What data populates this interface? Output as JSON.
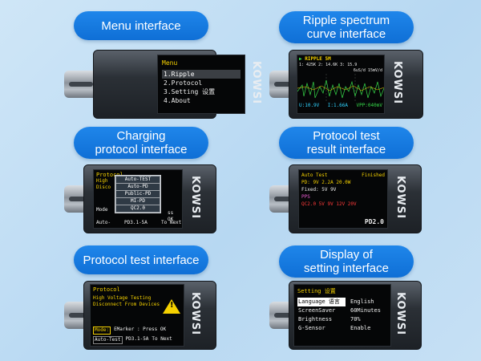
{
  "captions": {
    "menu": "Menu interface",
    "ripple": "Ripple spectrum\ncurve interface",
    "charging": "Charging\nprotocol interface",
    "result": "Protocol test\nresult interface",
    "protocol": "Protocol test interface",
    "setting": "Display of\nsetting interface"
  },
  "brand": "KOWSI",
  "menu_screen": {
    "title": "Menu",
    "items": [
      "1.Ripple",
      "2.Protocol",
      "3.Setting 设置",
      "4.About"
    ]
  },
  "ripple_screen": {
    "title": "RIPPLE 5M",
    "freq_line": "1: 425K 2: 14.6K 3: 15.9",
    "scale_line": "6uS/d 15mV/d",
    "voltage": "U:10.9V",
    "current": "I:1.66A",
    "vpp": "VPP:040mV"
  },
  "charging_screen": {
    "title": "Protocol",
    "left_lines": [
      "High",
      "Disco"
    ],
    "mode_label": "Mode",
    "bottom_left": "Auto-",
    "bottom_right": "PD3.1-5A",
    "bottom_next": "To Next",
    "right_ok": "ss OK",
    "dropdown": [
      "Auto-TEST",
      "Auto-PD",
      "Public-PD",
      "MI-PD",
      "QC2.0"
    ]
  },
  "result_screen": {
    "header_left": "Auto Test",
    "header_right": "Finished",
    "lines": [
      "PD: 9V 2.2A 20.0W",
      "Fixed: 5V 9V",
      "PPS",
      "QC2.0  5V  9V  12V  20V"
    ],
    "badge": "PD2.0"
  },
  "protocol_screen": {
    "title": "Protocol",
    "line1": "High Voltage Testing",
    "line2": "Disconnect From Devices",
    "mode_label": "Mode:",
    "mode_value": "EMarker : Press OK",
    "auto_label": "Auto-Test",
    "auto_value": "PD3.1-5A",
    "auto_next": "To Next"
  },
  "setting_screen": {
    "title": "Setting 设置",
    "rows": [
      {
        "label": "Language 语言",
        "value": "English"
      },
      {
        "label": "ScreenSaver",
        "value": "60Minutes"
      },
      {
        "label": "Brightness",
        "value": "70%"
      },
      {
        "label": "G-Sensor",
        "value": "Enable"
      }
    ]
  },
  "colors": {
    "pill": "#1478e0",
    "yellow": "#f5d100",
    "green": "#36d94a",
    "red": "#ff3a3a",
    "cyan": "#2fd3ff"
  }
}
